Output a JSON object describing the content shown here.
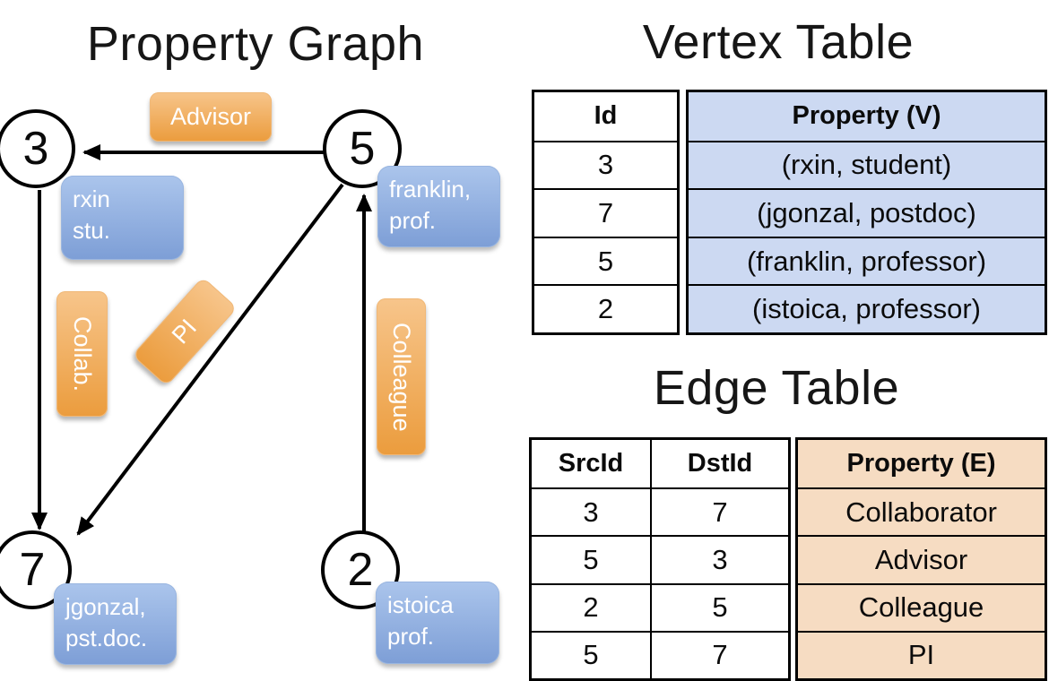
{
  "graph": {
    "title": "Property Graph",
    "vertices": [
      {
        "id": "3",
        "property": "rxin\nstu."
      },
      {
        "id": "5",
        "property": "franklin,\nprof."
      },
      {
        "id": "7",
        "property": "jgonzal,\npst.doc."
      },
      {
        "id": "2",
        "property": "istoica\nprof."
      }
    ],
    "edges": [
      {
        "src": "5",
        "dst": "3",
        "label": "Advisor"
      },
      {
        "src": "3",
        "dst": "7",
        "label": "Collab."
      },
      {
        "src": "5",
        "dst": "7",
        "label": "PI"
      },
      {
        "src": "2",
        "dst": "5",
        "label": "Colleague"
      }
    ]
  },
  "vertex_table": {
    "title": "Vertex Table",
    "columns": [
      "Id",
      "Property (V)"
    ],
    "rows": [
      [
        "3",
        "(rxin, student)"
      ],
      [
        "7",
        "(jgonzal, postdoc)"
      ],
      [
        "5",
        "(franklin, professor)"
      ],
      [
        "2",
        "(istoica, professor)"
      ]
    ]
  },
  "edge_table": {
    "title": "Edge Table",
    "columns": [
      "SrcId",
      "DstId",
      "Property (E)"
    ],
    "rows": [
      [
        "3",
        "7",
        "Collaborator"
      ],
      [
        "5",
        "3",
        "Advisor"
      ],
      [
        "2",
        "5",
        "Colleague"
      ],
      [
        "5",
        "7",
        "PI"
      ]
    ]
  },
  "colors": {
    "edge_label_fill": "#efa64c",
    "vertex_label_fill": "#8aa9dc",
    "vertex_table_fill": "#ccd9f2",
    "edge_table_fill": "#f6dcc2",
    "line_color": "#000000",
    "label_text": "#ffffff"
  }
}
